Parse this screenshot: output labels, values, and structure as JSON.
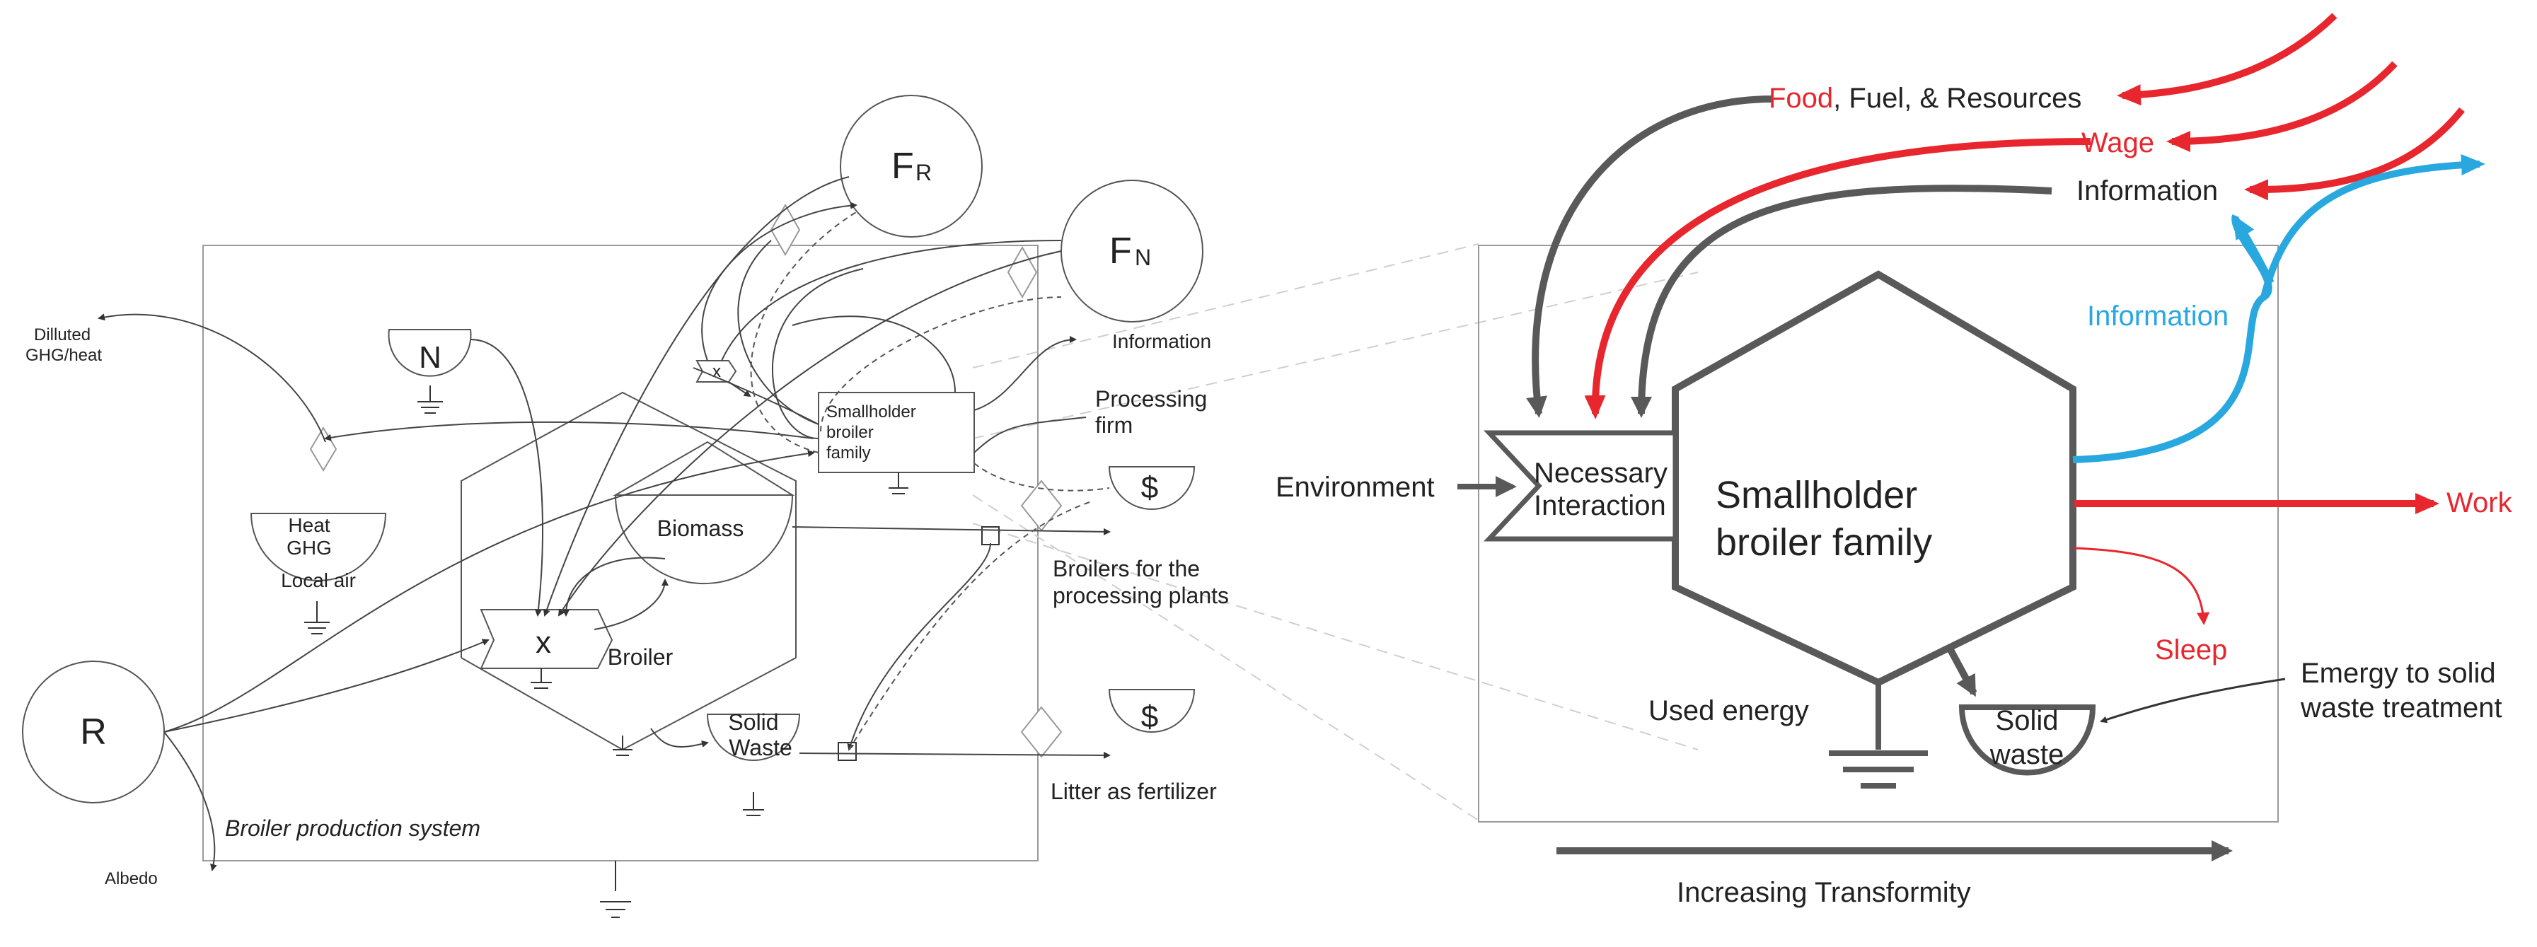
{
  "left": {
    "sources": {
      "R": "R",
      "N": "N",
      "FR_main": "F",
      "FR_sub": "R",
      "FN_main": "F",
      "FN_sub": "N"
    },
    "labels": {
      "dilluted1": "Dilluted",
      "dilluted2": "GHG/heat",
      "heat": "Heat",
      "ghg": "GHG",
      "local_air": "Local air",
      "biomass": "Biomass",
      "broiler": "Broiler",
      "x": "x",
      "solid1": "Solid",
      "solid2": "Waste",
      "smallholder1": "Smallholder",
      "smallholder2": "broiler",
      "smallholder3": "family",
      "information": "Information",
      "processing1": "Processing",
      "processing2": "firm",
      "dollar": "$",
      "broilers1": "Broilers for the",
      "broilers2": "processing plants",
      "litter": "Litter as fertilizer",
      "system": "Broiler production system",
      "albedo": "Albedo"
    }
  },
  "right": {
    "labels": {
      "food": "Food",
      "fuel_resources": ", Fuel, & Resources",
      "wage": "Wage",
      "information_top": "Information",
      "information_blue": "Information",
      "environment": "Environment",
      "necessary1": "Necessary",
      "necessary2": "Interaction",
      "smallholder1": "Smallholder",
      "smallholder2": "broiler family",
      "work": "Work",
      "sleep": "Sleep",
      "emergy1": "Emergy to solid",
      "emergy2": "waste treatment",
      "used_energy": "Used energy",
      "solid1": "Solid",
      "solid2": "waste",
      "transformity": "Increasing Transformity"
    },
    "colors": {
      "red": "#e8262e",
      "blue": "#29a8e0",
      "gray": "#595959"
    }
  }
}
